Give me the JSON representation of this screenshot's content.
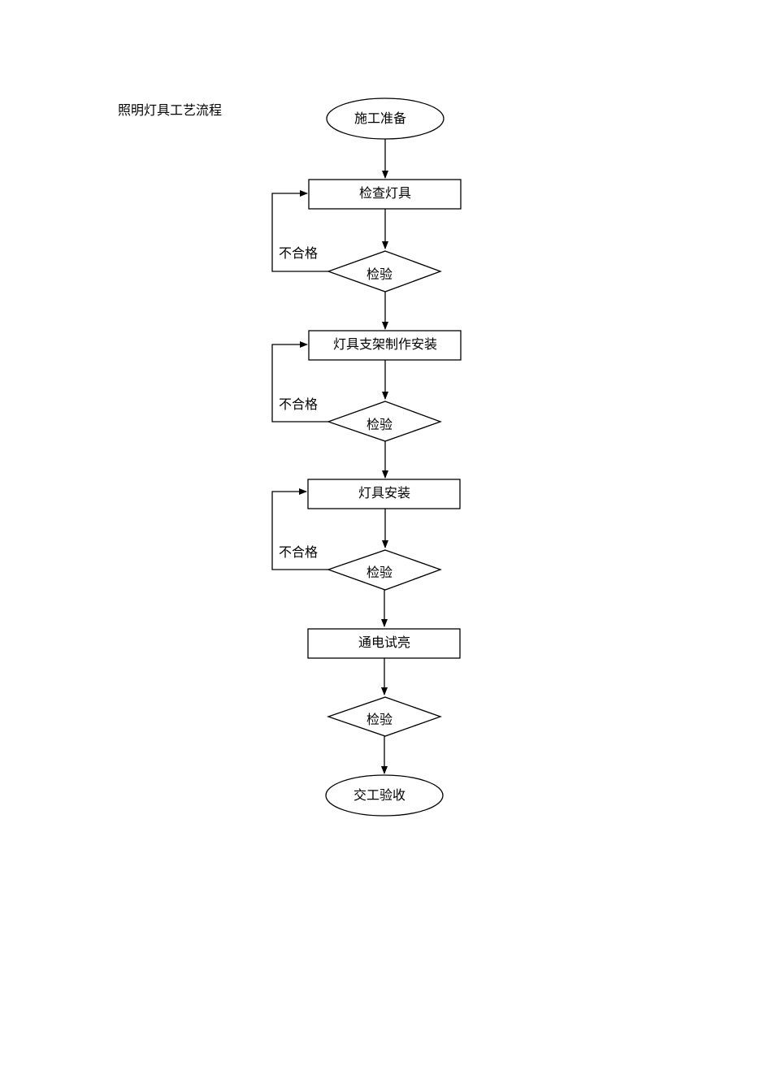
{
  "title": "照明灯具工艺流程",
  "nodes": {
    "start": "施工准备",
    "check_fixtures": "检查灯具",
    "inspect_1": "检验",
    "bracket_fabrication": "灯具支架制作安装",
    "inspect_2": "检验",
    "fixture_install": "灯具安装",
    "inspect_3": "检验",
    "power_test": "通电试亮",
    "inspect_4": "检验",
    "end": "交工验收"
  },
  "loop_labels": {
    "fail_1": "不合格",
    "fail_2": "不合格",
    "fail_3": "不合格"
  }
}
